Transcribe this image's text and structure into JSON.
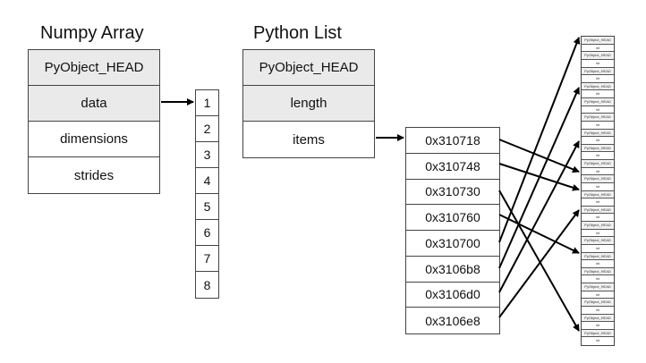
{
  "numpy": {
    "title": "Numpy Array",
    "fields": [
      "PyObject_HEAD",
      "data",
      "dimensions",
      "strides"
    ]
  },
  "data_buffer": {
    "values": [
      "1",
      "2",
      "3",
      "4",
      "5",
      "6",
      "7",
      "8"
    ]
  },
  "pylist": {
    "title": "Python List",
    "fields": [
      "PyObject_HEAD",
      "length",
      "items"
    ]
  },
  "addresses": [
    "0x310718",
    "0x310748",
    "0x310730",
    "0x310760",
    "0x310700",
    "0x3106b8",
    "0x3106d0",
    "0x3106e8"
  ],
  "objects": {
    "head_label": "PyObject_HEAD",
    "value_label": "int"
  },
  "colors": {
    "header_fill": "#eaeaea",
    "border": "#444444",
    "arrow": "#000000"
  }
}
